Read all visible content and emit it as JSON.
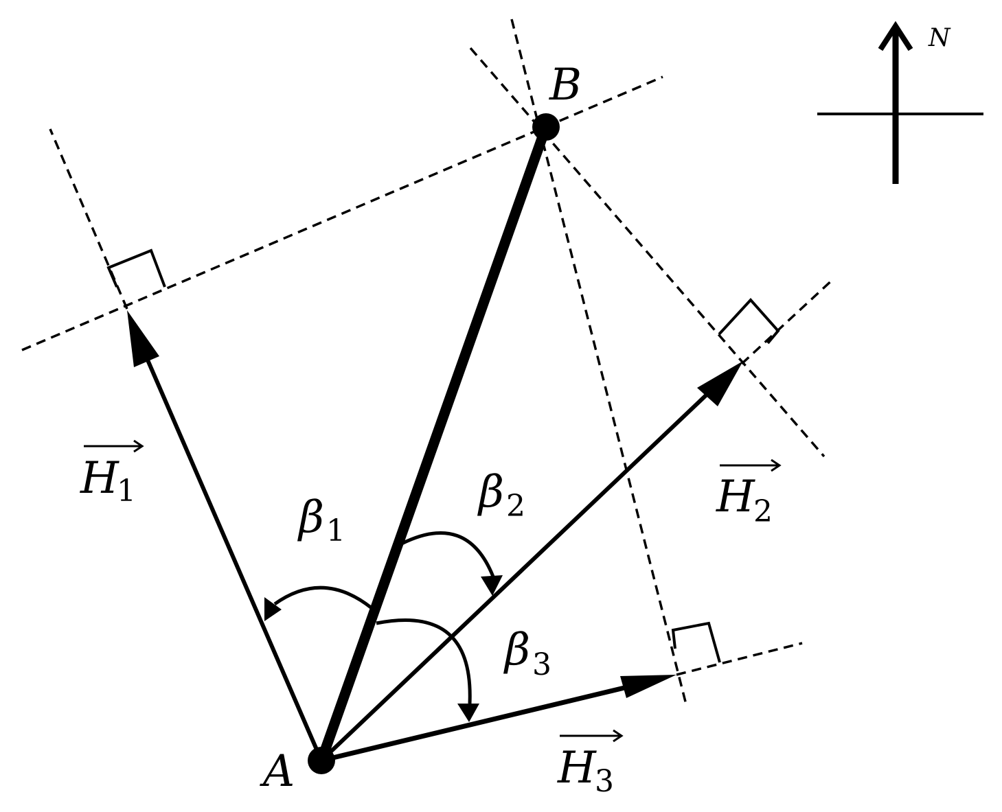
{
  "points": {
    "A": {
      "label": "A"
    },
    "B": {
      "label": "B"
    }
  },
  "vectors": [
    {
      "id": "H1",
      "symbol": "H",
      "subscript": "1"
    },
    {
      "id": "H2",
      "symbol": "H",
      "subscript": "2"
    },
    {
      "id": "H3",
      "symbol": "H",
      "subscript": "3"
    }
  ],
  "angles": [
    {
      "id": "beta1",
      "symbol": "β",
      "subscript": "1"
    },
    {
      "id": "beta2",
      "symbol": "β",
      "subscript": "2"
    },
    {
      "id": "beta3",
      "symbol": "β",
      "subscript": "3"
    }
  ],
  "compass": {
    "label": "N"
  },
  "colors": {
    "ink": "#000000",
    "background": "#ffffff"
  }
}
